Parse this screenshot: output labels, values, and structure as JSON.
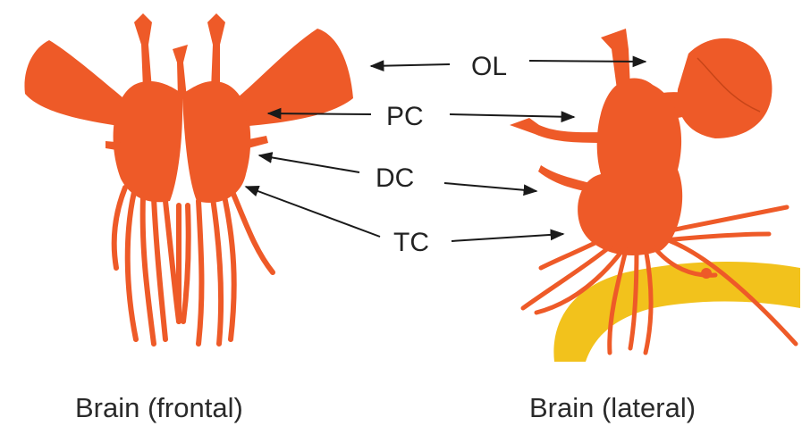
{
  "labels": {
    "ol": "OL",
    "pc": "PC",
    "dc": "DC",
    "tc": "TC"
  },
  "captions": {
    "frontal": "Brain (frontal)",
    "lateral": "Brain (lateral)"
  },
  "colors": {
    "tissue": "#EE5A28",
    "nerve_tract": "#F2C21C",
    "arrow": "#1A1A1A",
    "text": "#222222"
  }
}
